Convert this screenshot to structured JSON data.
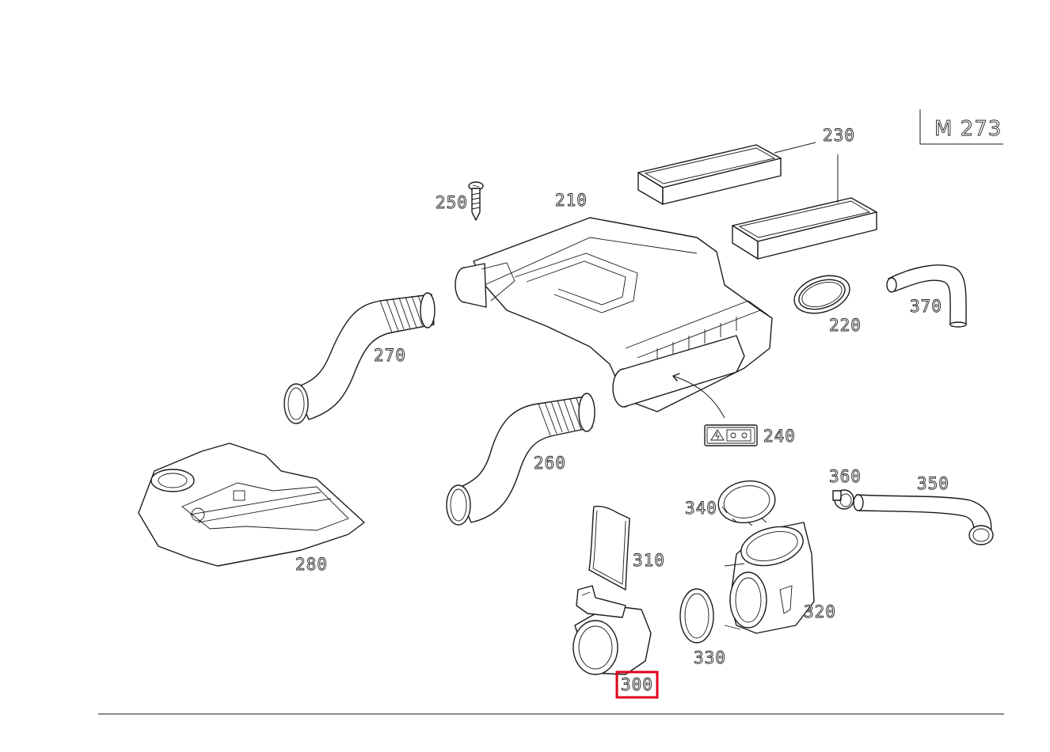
{
  "model_badge": "M 273",
  "highlight_color": "#e0001b",
  "selected_part": "300",
  "callouts": {
    "p210": "210",
    "p220": "220",
    "p230": "230",
    "p240": "240",
    "p250": "250",
    "p260": "260",
    "p270": "270",
    "p280": "280",
    "p300": "300",
    "p310": "310",
    "p320": "320",
    "p330": "330",
    "p340": "340",
    "p350": "350",
    "p360": "360",
    "p370": "370"
  }
}
